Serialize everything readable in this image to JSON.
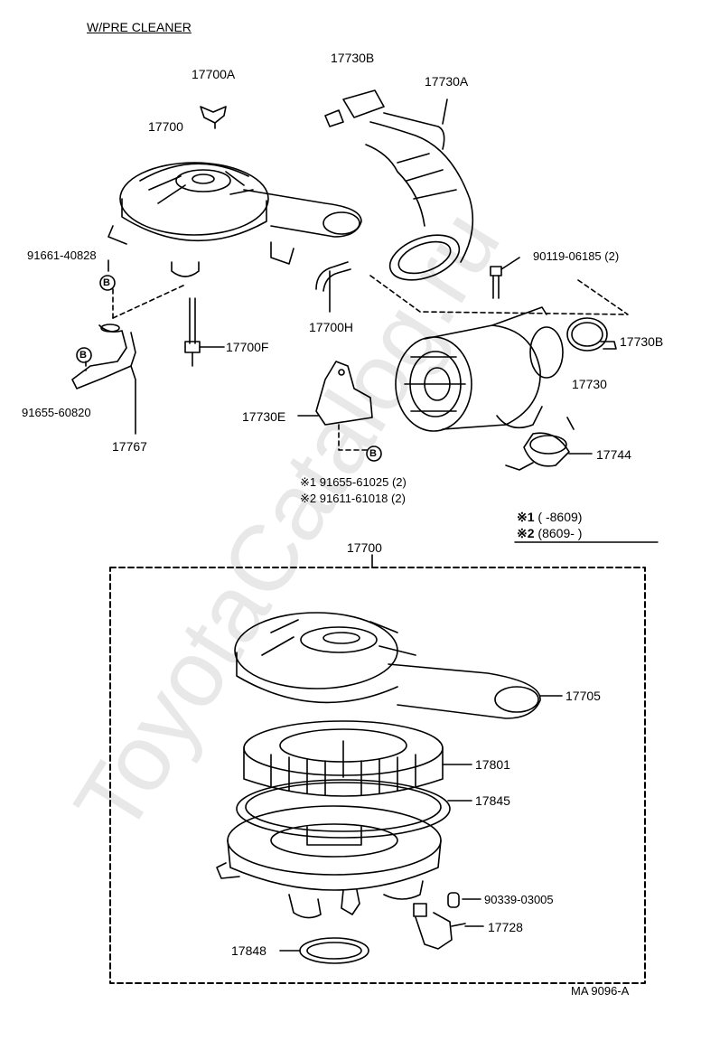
{
  "header": {
    "title": "W/PRE CLEANER"
  },
  "watermark": "ToyotaCatalog.ru",
  "parts": {
    "p17700A": "17700A",
    "p17700": "17700",
    "p17730B_top": "17730B",
    "p17730A": "17730A",
    "p91661": "91661-40828",
    "p90119": "90119-06185 (2)",
    "p17700H": "17700H",
    "p17700F": "17700F",
    "p17730B_right": "17730B",
    "p17730": "17730",
    "p17730E": "17730E",
    "p91655_60820": "91655-60820",
    "p17767": "17767",
    "p17744": "17744",
    "note1": "※1  91655-61025 (2)",
    "note2": "※2  91611-61018 (2)",
    "p17700_box": "17700",
    "p17705": "17705",
    "p17801": "17801",
    "p17845": "17845",
    "p90339": "90339-03005",
    "p17728": "17728",
    "p17848": "17848"
  },
  "markers": {
    "b1": "B",
    "b2": "B",
    "b3": "B"
  },
  "legend": {
    "row1_mark": "※1",
    "row1_range": "(      -8609)",
    "row2_mark": "※2",
    "row2_range": "(8609-      )"
  },
  "footer": {
    "code": "MA 9096-A"
  }
}
